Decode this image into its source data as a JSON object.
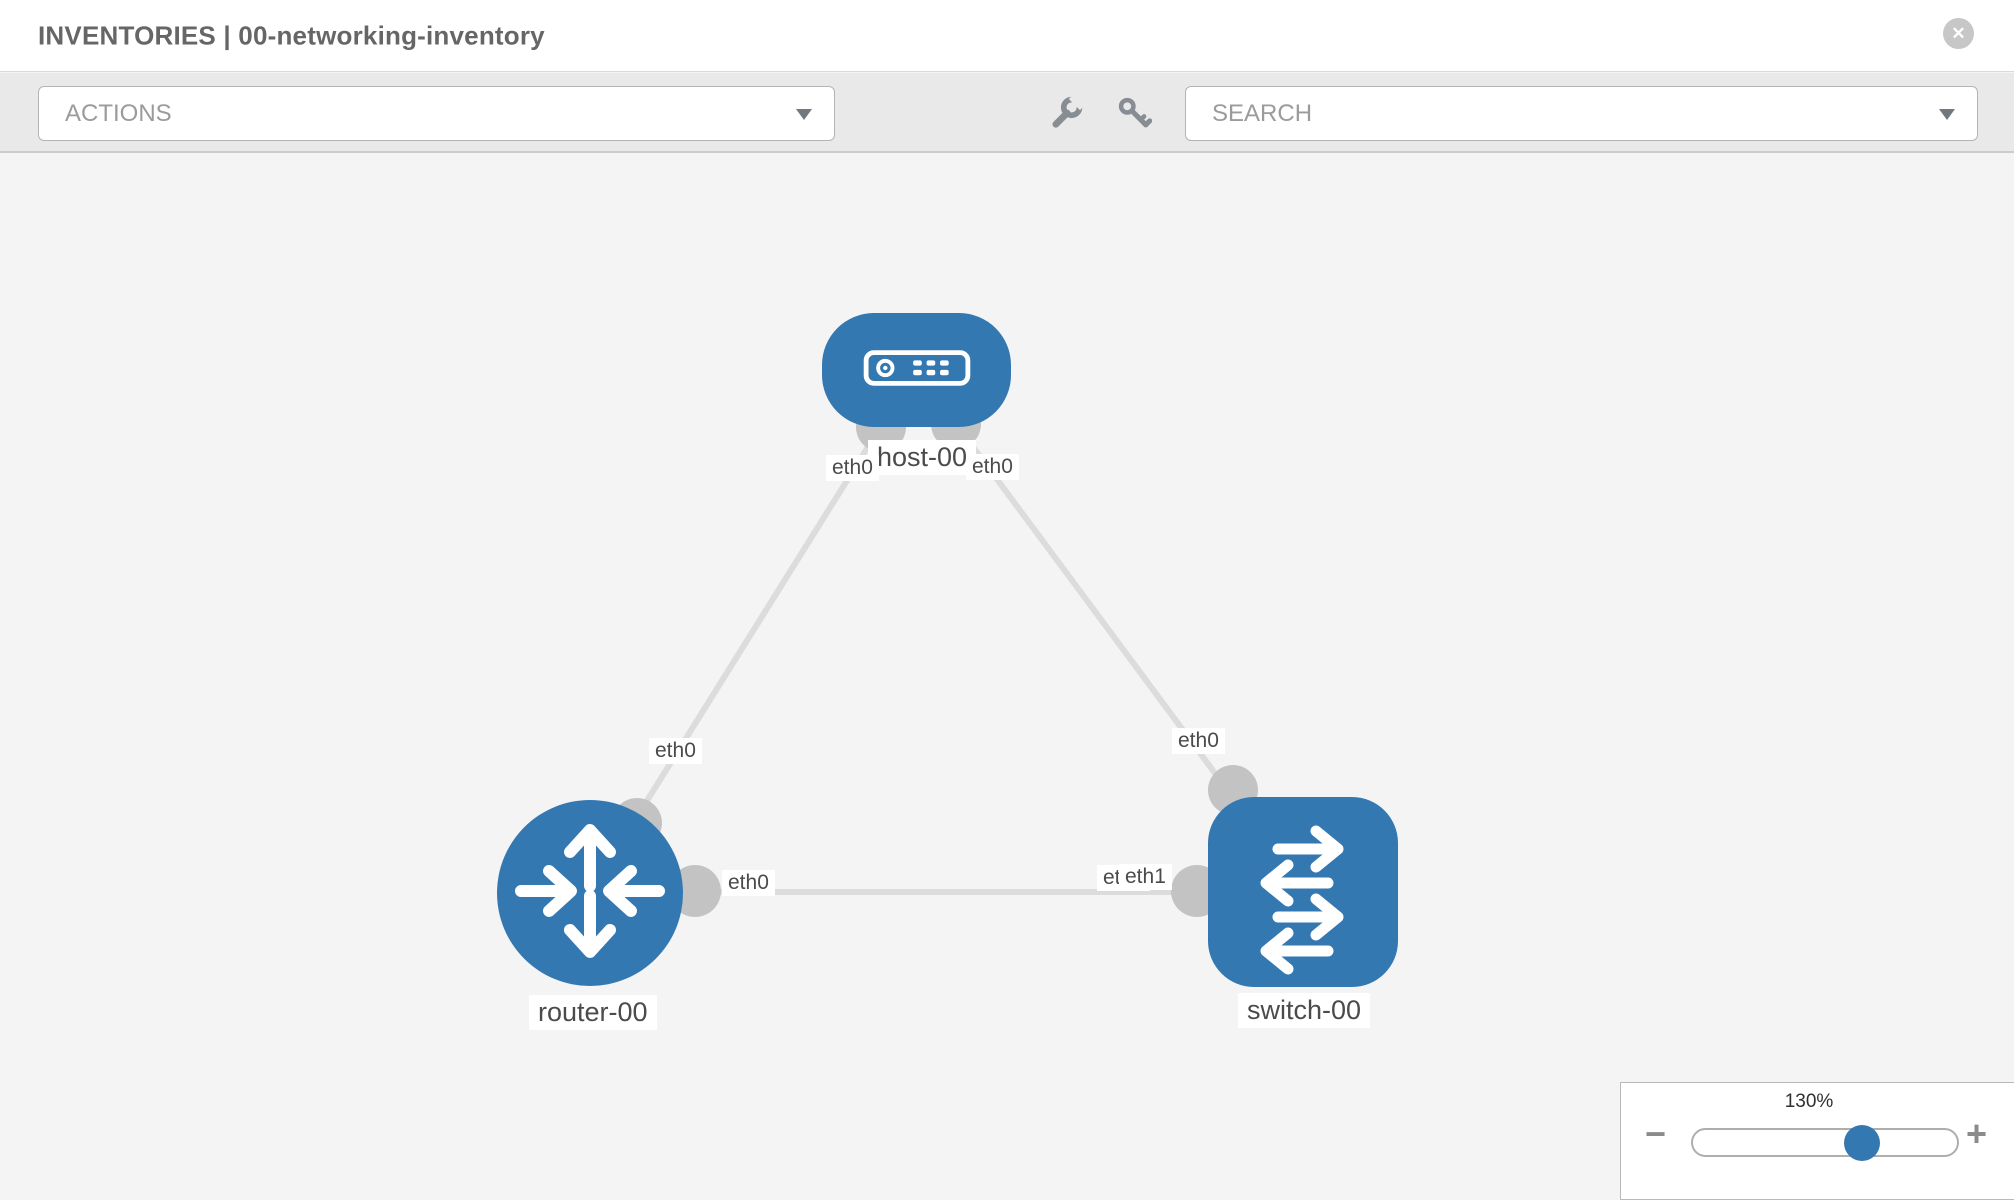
{
  "header": {
    "title": "INVENTORIES | 00-networking-inventory"
  },
  "toolbar": {
    "actions": "ACTIONS",
    "search": "SEARCH"
  },
  "colors": {
    "node_blue": "#3478b2",
    "link_gray": "#dcdcdc",
    "interface_gray": "#c3c3c3",
    "canvas_bg": "#f4f4f4",
    "toolbar_bg": "#e9e9e9"
  },
  "topology": {
    "nodes": [
      {
        "label": "host-00",
        "type": "host"
      },
      {
        "label": "router-00",
        "type": "router"
      },
      {
        "label": "switch-00",
        "type": "switch"
      }
    ],
    "links": [
      {
        "from": "host-00",
        "from_iface": "eth0",
        "to": "router-00",
        "to_iface": "eth0"
      },
      {
        "from": "host-00",
        "from_iface": "eth0",
        "to": "switch-00",
        "to_iface": "eth0"
      },
      {
        "from": "router-00",
        "from_iface": "eth0",
        "to": "switch-00",
        "to_iface": "eth1",
        "to_iface_behind": "eth0"
      }
    ]
  },
  "zoom": {
    "level": "130%",
    "minus": "−",
    "plus": "+",
    "percent": 64
  }
}
